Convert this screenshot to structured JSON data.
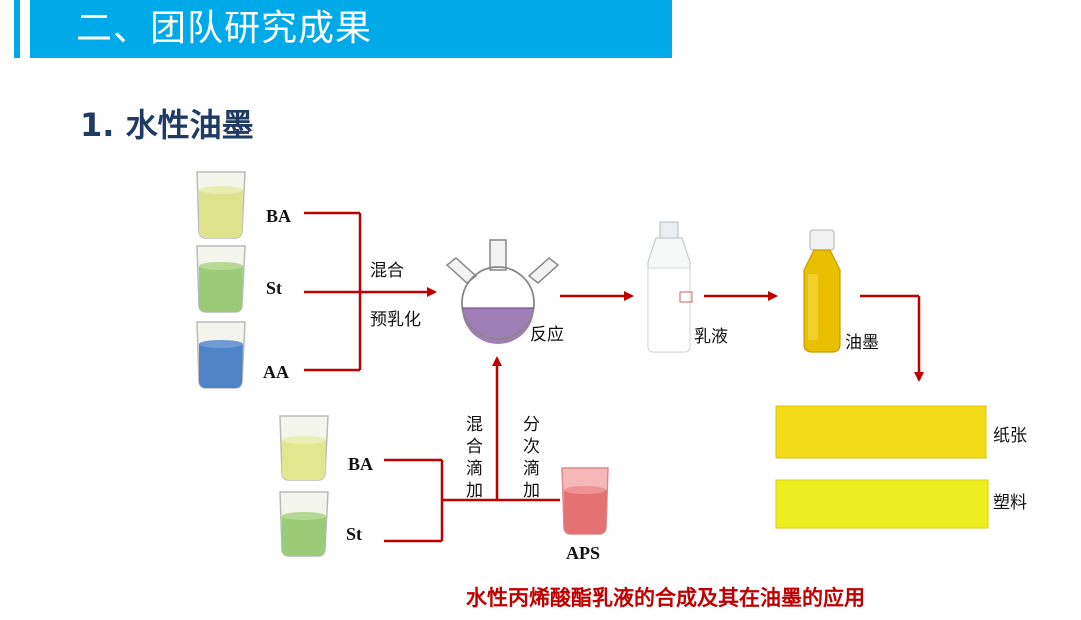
{
  "header": {
    "title": "二、团队研究成果"
  },
  "section": {
    "title": "1. 水性油墨"
  },
  "colors": {
    "accent": "#00a9e8",
    "arrow": "#c00000",
    "title_dark": "#1f3b63"
  },
  "diagram": {
    "top_reagents": [
      "BA",
      "St",
      "AA"
    ],
    "step1_labels": [
      "混合",
      "预乳化"
    ],
    "flask_label": "反应",
    "emulsion_label": "乳液",
    "ink_label": "油墨",
    "bottom_reagents": [
      "BA",
      "St"
    ],
    "vertical_label_1": "混合滴加",
    "vertical_label_2": "分次滴加",
    "initiator": "APS",
    "substrates": [
      "纸张",
      "塑料"
    ]
  },
  "caption": "水性丙烯酸酯乳液的合成及其在油墨的应用"
}
